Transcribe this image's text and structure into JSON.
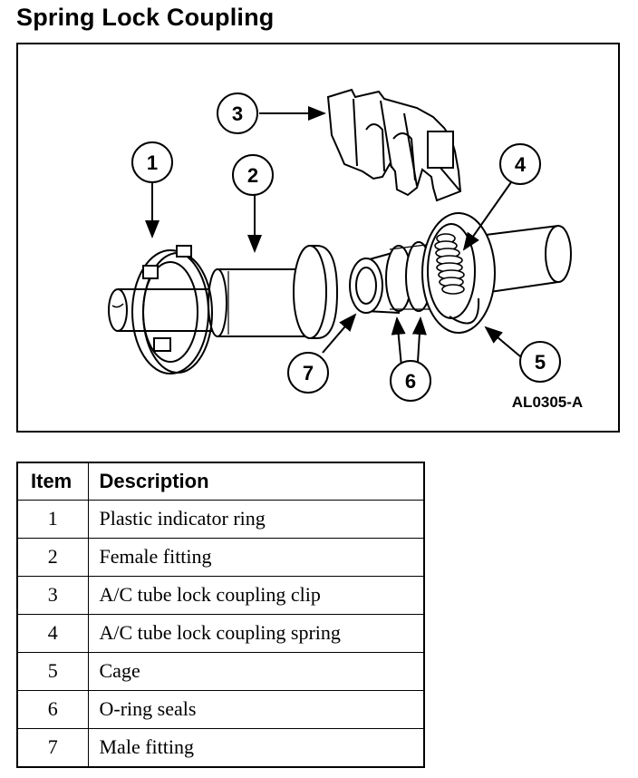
{
  "title": "Spring Lock Coupling",
  "figure": {
    "code": "AL0305-A",
    "callouts": [
      "1",
      "2",
      "3",
      "4",
      "5",
      "6",
      "7"
    ],
    "parts": {
      "left_tube": "tube-icon",
      "indicator_ring": "ring-icon",
      "female_fitting": "fitting-icon",
      "clip": "clip-icon",
      "male_fitting": "fitting-icon",
      "o_rings": "ring-icon",
      "spring_cage": "spring-icon",
      "right_tube": "tube-icon"
    }
  },
  "table": {
    "headers": {
      "item": "Item",
      "description": "Description"
    },
    "rows": [
      {
        "item": "1",
        "description": "Plastic indicator ring"
      },
      {
        "item": "2",
        "description": "Female fitting"
      },
      {
        "item": "3",
        "description": "A/C tube lock coupling clip"
      },
      {
        "item": "4",
        "description": "A/C tube lock coupling spring"
      },
      {
        "item": "5",
        "description": "Cage"
      },
      {
        "item": "6",
        "description": "O-ring seals"
      },
      {
        "item": "7",
        "description": "Male fitting"
      }
    ]
  }
}
